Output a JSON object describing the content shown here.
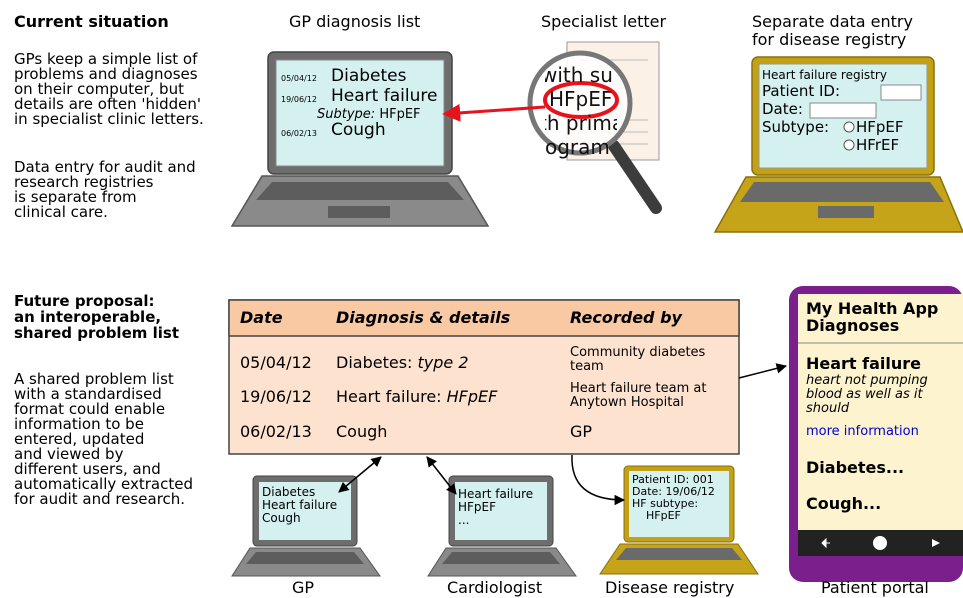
{
  "current": {
    "heading": "Current situation",
    "para1": [
      "GPs keep a simple list of",
      "problems and diagnoses",
      "on their computer, but",
      "details are often 'hidden'",
      "in specialist clinic letters."
    ],
    "para2": [
      "Data entry for audit and",
      "research registries",
      "is separate from",
      "clinical care."
    ]
  },
  "gp_list": {
    "title": "GP diagnosis list",
    "rows": [
      {
        "date": "05/04/12",
        "dx": "Diabetes"
      },
      {
        "date": "19/06/12",
        "dx": "Heart failure"
      },
      {
        "date": "06/02/13",
        "dx": "Cough"
      }
    ],
    "subtype_label": "Subtype:",
    "subtype_value": "HFpEF"
  },
  "letter": {
    "title": "Specialist letter",
    "lines": [
      "with su",
      "HFpEF",
      "th prima",
      "ogram"
    ]
  },
  "registry": {
    "title": [
      "Separate data entry",
      "for disease registry"
    ],
    "form_title": "Heart failure registry",
    "patient_label": "Patient ID:",
    "date_label": "Date:",
    "subtype_label": "Subtype:",
    "options": [
      "HFpEF",
      "HFrEF"
    ]
  },
  "future": {
    "heading": [
      "Future proposal:",
      "an interoperable,",
      "shared problem list"
    ],
    "para": [
      "A shared problem list",
      "with a standardised",
      "format could enable",
      "information to be",
      "entered, updated",
      "and viewed by",
      "different users, and",
      "automatically extracted",
      "for audit and research."
    ]
  },
  "shared_table": {
    "headers": [
      "Date",
      "Diagnosis & details",
      "Recorded by"
    ],
    "rows": [
      {
        "date": "05/04/12",
        "dx": "Diabetes: ",
        "detail": "type 2",
        "by": "Community diabetes team"
      },
      {
        "date": "19/06/12",
        "dx": "Heart failure: ",
        "detail": "HFpEF",
        "by": "Heart failure team at Anytown Hospital"
      },
      {
        "date": "06/02/13",
        "dx": "Cough",
        "detail": "",
        "by": "GP"
      }
    ]
  },
  "app": {
    "title": [
      "My Health App",
      "Diagnoses"
    ],
    "item1": "Heart failure",
    "item1_desc": "heart not pumping blood as well as it should",
    "link": "more information",
    "item2": "Diabetes...",
    "item3": "Cough..."
  },
  "laptops": {
    "gp": {
      "lines": [
        "Diabetes",
        "Heart failure",
        "Cough"
      ],
      "label": "GP"
    },
    "cardio": {
      "lines": [
        "Heart failure",
        "HFpEF",
        "..."
      ],
      "label": "Cardiologist"
    },
    "registry": {
      "lines": [
        "Patient ID: 001",
        "Date: 19/06/12",
        "HF subtype:",
        "HFpEF"
      ],
      "label": "Disease registry"
    },
    "portal_label": "Patient portal"
  },
  "colors": {
    "screen": "#d4f1f0",
    "laptop_grey": "#808080",
    "laptop_gold": "#b8960c",
    "table_fill": "#fde3cf",
    "table_header": "#f9c9a4",
    "phone_purple": "#7a1f8c",
    "phone_screen": "#fdf3cf",
    "arrow_red": "#e8121b"
  }
}
